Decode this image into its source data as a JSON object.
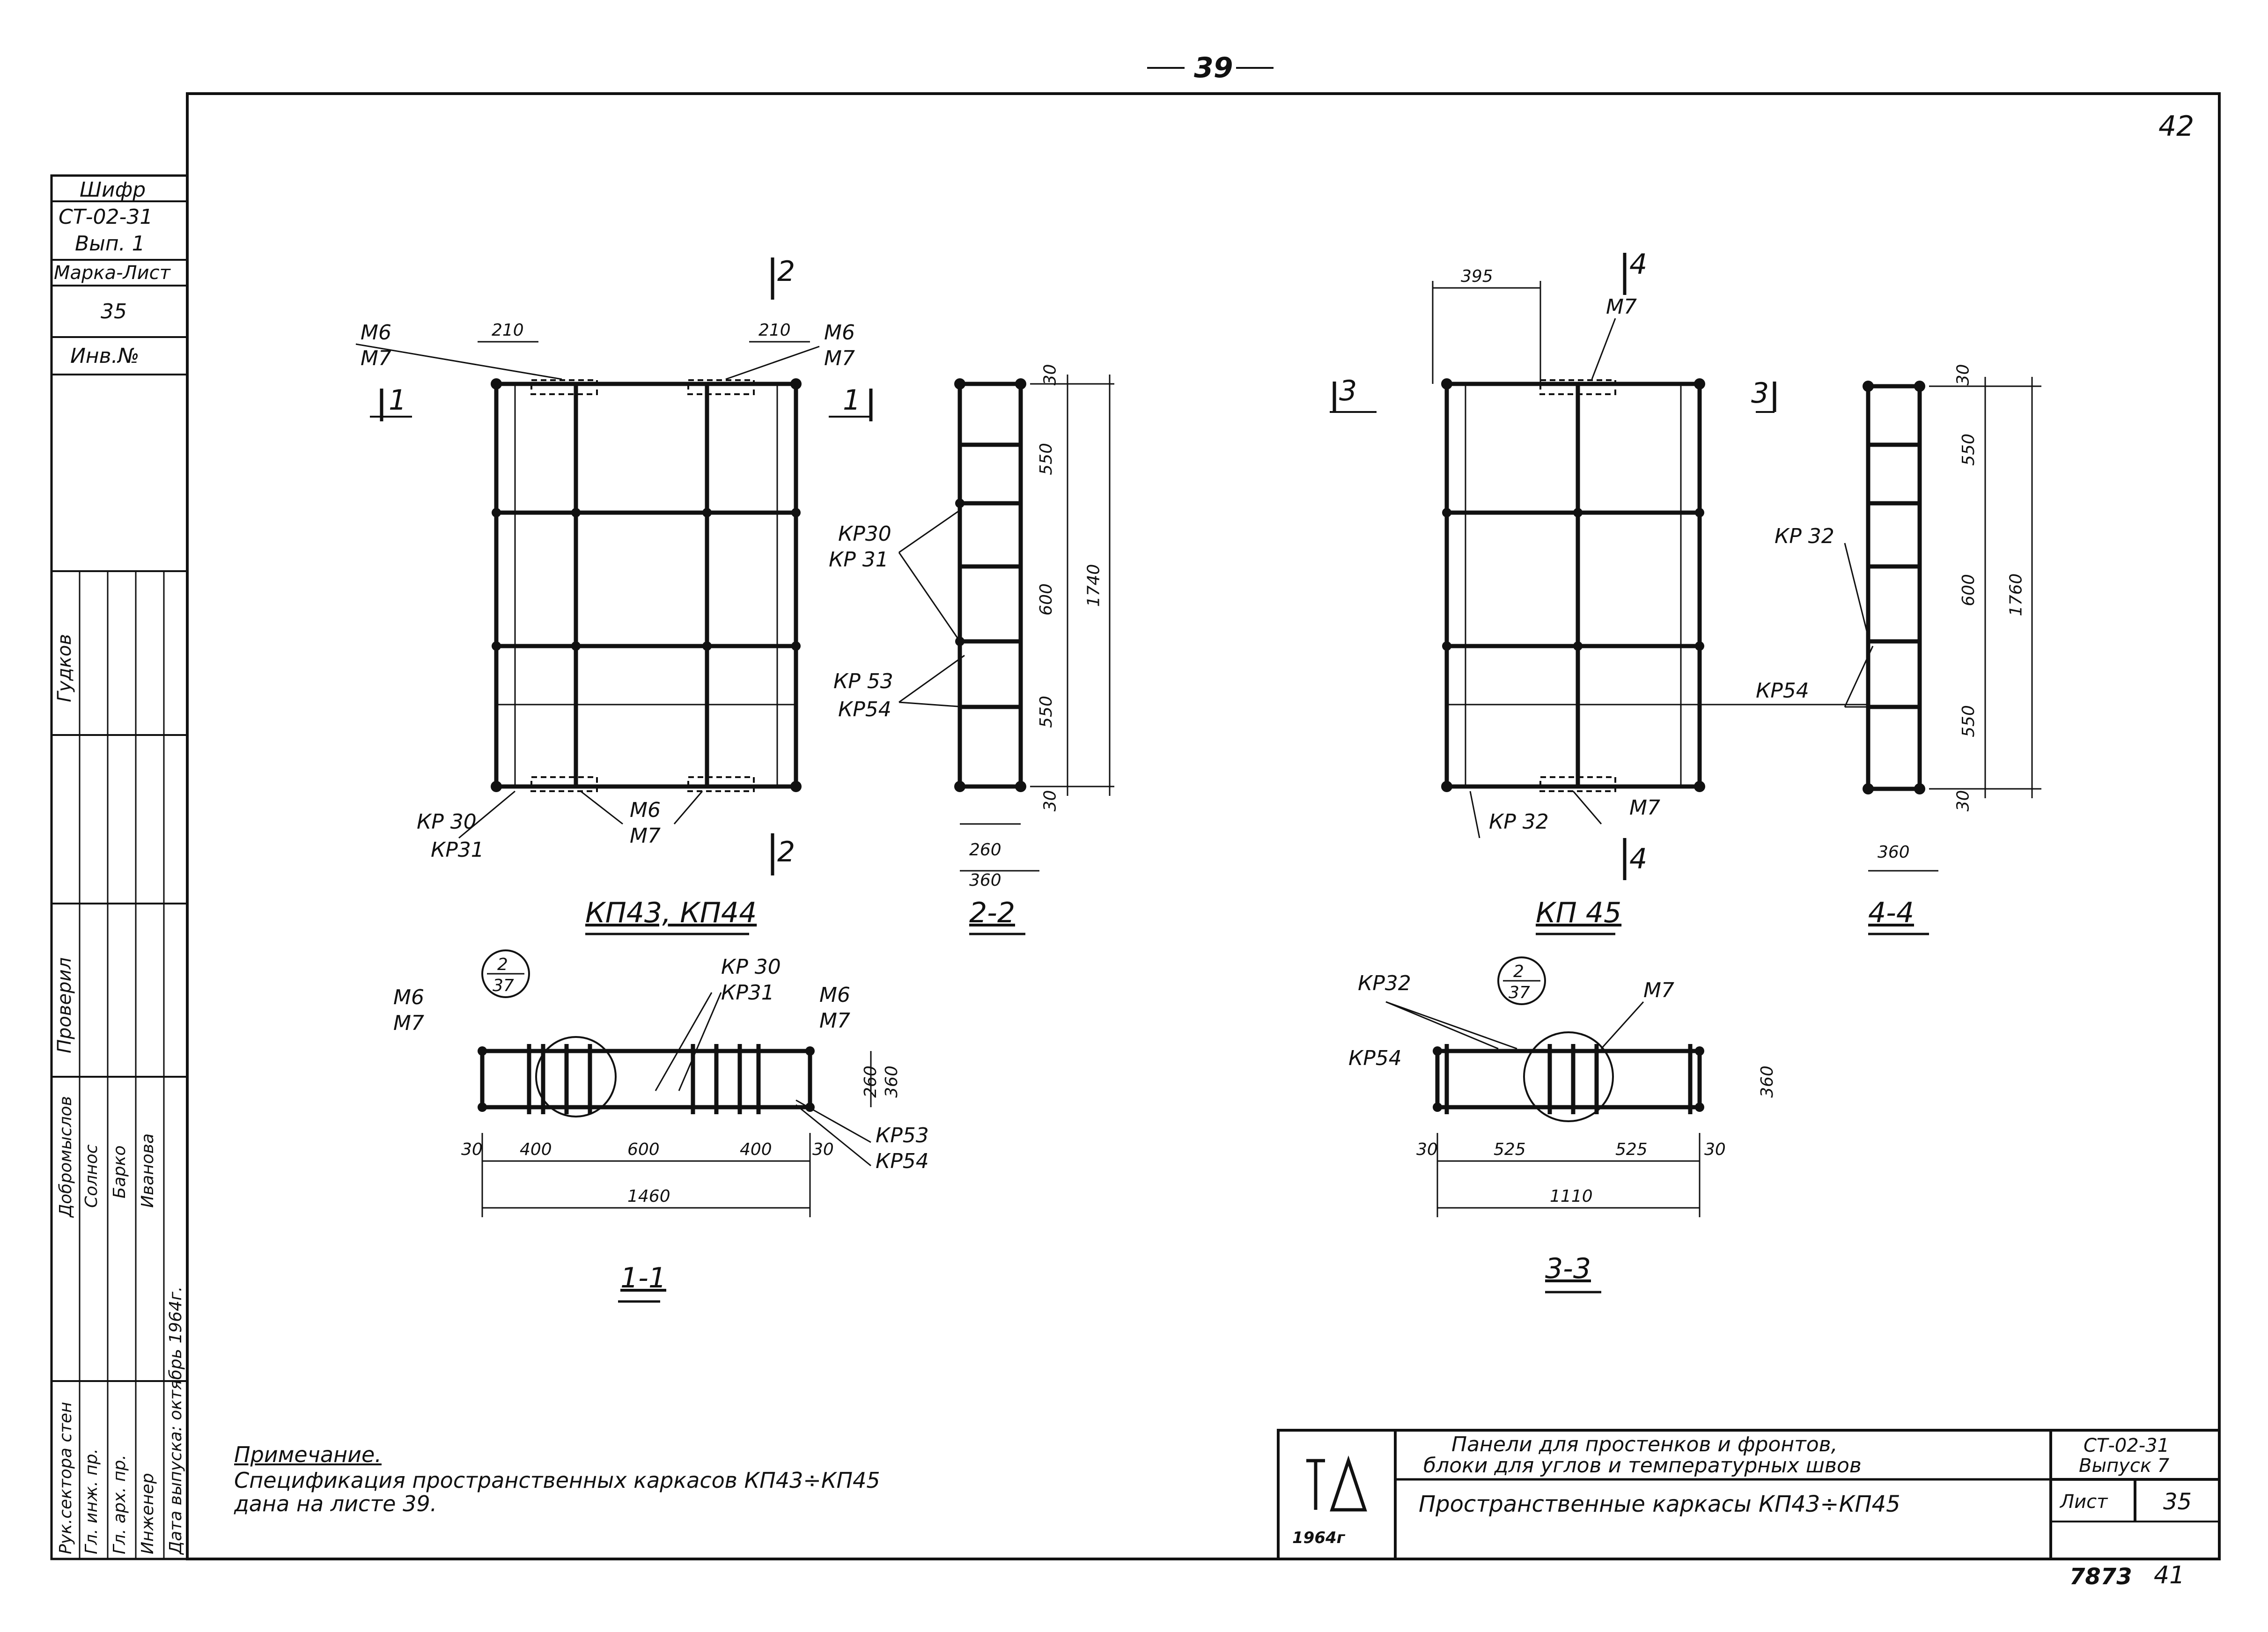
{
  "page_number": "39",
  "corner_number": "42",
  "left_stamp": {
    "code_header": "Шифр",
    "code_value": "СТ-02-31",
    "code_issue": "Вып. 1",
    "mark_sheet_header": "Марка-Лист",
    "mark_sheet_value": "35",
    "inv_no_header": "Инв.№",
    "signature_rows": [
      {
        "role": "Рук.сектора стен",
        "name": "Добромыслов"
      },
      {
        "role": "Гл. инж. пр.",
        "name": "Солнос"
      },
      {
        "role": "Гл. арх. пр.",
        "name": "Барко"
      },
      {
        "role": "Инженер",
        "name": "Иванова"
      }
    ],
    "release_date_label": "Дата выпуска: октябрь 1964г.",
    "upper_names": [
      "Гудков",
      "Проверил"
    ]
  },
  "views": {
    "kp43_44": {
      "title": "КП43, КП44",
      "labels": {
        "m6_left": "М6",
        "m7_left": "М7",
        "m6_right": "М6",
        "m7_right": "М7",
        "m6_bottom": "М6",
        "m7_bottom": "М7",
        "kp30": "КР 30",
        "kp31": "КР31",
        "cut1_left": "1",
        "cut1_right": "1",
        "cut2_top": "2",
        "cut2_bottom": "2"
      },
      "dims": {
        "left_offset": "210",
        "right_offset": "210"
      }
    },
    "section_2_2": {
      "title": "2-2",
      "labels": {
        "kp30": "КР30",
        "kp31": "КР 31",
        "kp53": "КР 53",
        "kp54": "КР54"
      },
      "dims": {
        "top": "30",
        "d1": "550",
        "d2": "600",
        "d3": "550",
        "bottom": "30",
        "total": "1740",
        "w1": "260",
        "w2": "360"
      }
    },
    "kp45": {
      "title": "КП 45",
      "labels": {
        "m7_top": "М7",
        "m7_bottom": "М7",
        "kp32": "КР 32",
        "cut3_left": "3",
        "cut3_right": "3",
        "cut4_top": "4",
        "cut4_bottom": "4"
      },
      "dims": {
        "offset": "395"
      }
    },
    "section_4_4": {
      "title": "4-4",
      "labels": {
        "kp32": "КР 32",
        "kp54": "КР54"
      },
      "dims": {
        "top": "30",
        "d1": "550",
        "d2": "600",
        "d3": "550",
        "bottom": "30",
        "total": "1760",
        "w": "360"
      }
    },
    "section_1_1": {
      "title": "1-1",
      "callout_top": "2",
      "callout_bottom": "37",
      "labels": {
        "m6_left": "М6",
        "m7_left": "М7",
        "kp30": "КР 30",
        "kp31": "КР31",
        "m6_right": "М6",
        "m7_right": "М7",
        "kp53": "КР53",
        "kp54": "КР54"
      },
      "dims": {
        "a": "30",
        "b": "400",
        "c": "600",
        "d": "400",
        "e": "30",
        "total": "1460",
        "h1": "260",
        "h2": "360"
      }
    },
    "section_3_3": {
      "title": "3-3",
      "callout_top": "2",
      "callout_bottom": "37",
      "labels": {
        "kp32": "КР32",
        "kp54": "КР54",
        "m7": "М7"
      },
      "dims": {
        "a": "30",
        "b": "525",
        "c": "525",
        "d": "30",
        "total": "1110",
        "h": "360"
      }
    }
  },
  "note": {
    "heading": "Примечание.",
    "line1": "Спецификация пространственных каркасов КП43÷КП45",
    "line2": "дана на листе 39."
  },
  "title_block": {
    "logo": "ТД",
    "year": "1964г",
    "project_line1": "Панели для простенков и фронтов,",
    "project_line2": "блоки для углов и температурных швов",
    "drawing_title": "Пространственные каркасы КП43÷КП45",
    "code": "СТ-02-31",
    "issue": "Выпуск 7",
    "sheet_label": "Лист",
    "sheet_value": "35"
  },
  "archive_number": "7873",
  "archive_suffix": "41"
}
